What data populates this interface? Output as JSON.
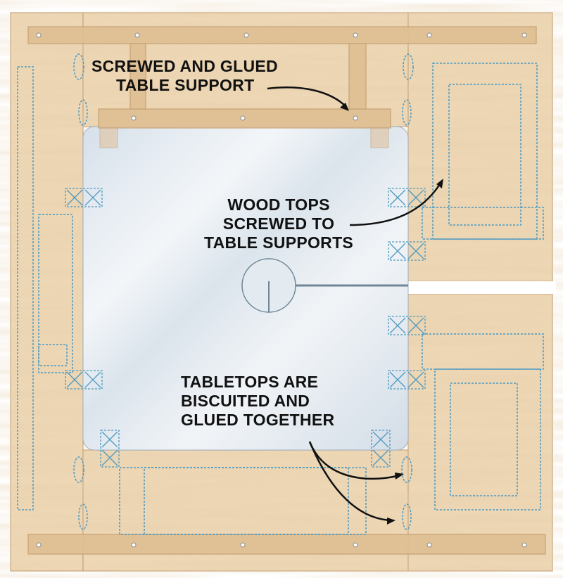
{
  "colors": {
    "wood": "#eed7b4",
    "wood_edge": "#c9a77c",
    "support": "#dcb98a",
    "glass": "#dfe7ee",
    "hidden_line": "#4d9ac2",
    "text": "#111111"
  },
  "callouts": {
    "table_support": {
      "lines": [
        "SCREWED AND GLUED",
        "TABLE SUPPORT"
      ]
    },
    "wood_tops": {
      "lines": [
        "WOOD TOPS",
        "SCREWED TO",
        "TABLE SUPPORTS"
      ]
    },
    "tabletops": {
      "lines": [
        "TABLETOPS ARE",
        "BISCUITED AND",
        "GLUED TOGETHER"
      ]
    }
  }
}
